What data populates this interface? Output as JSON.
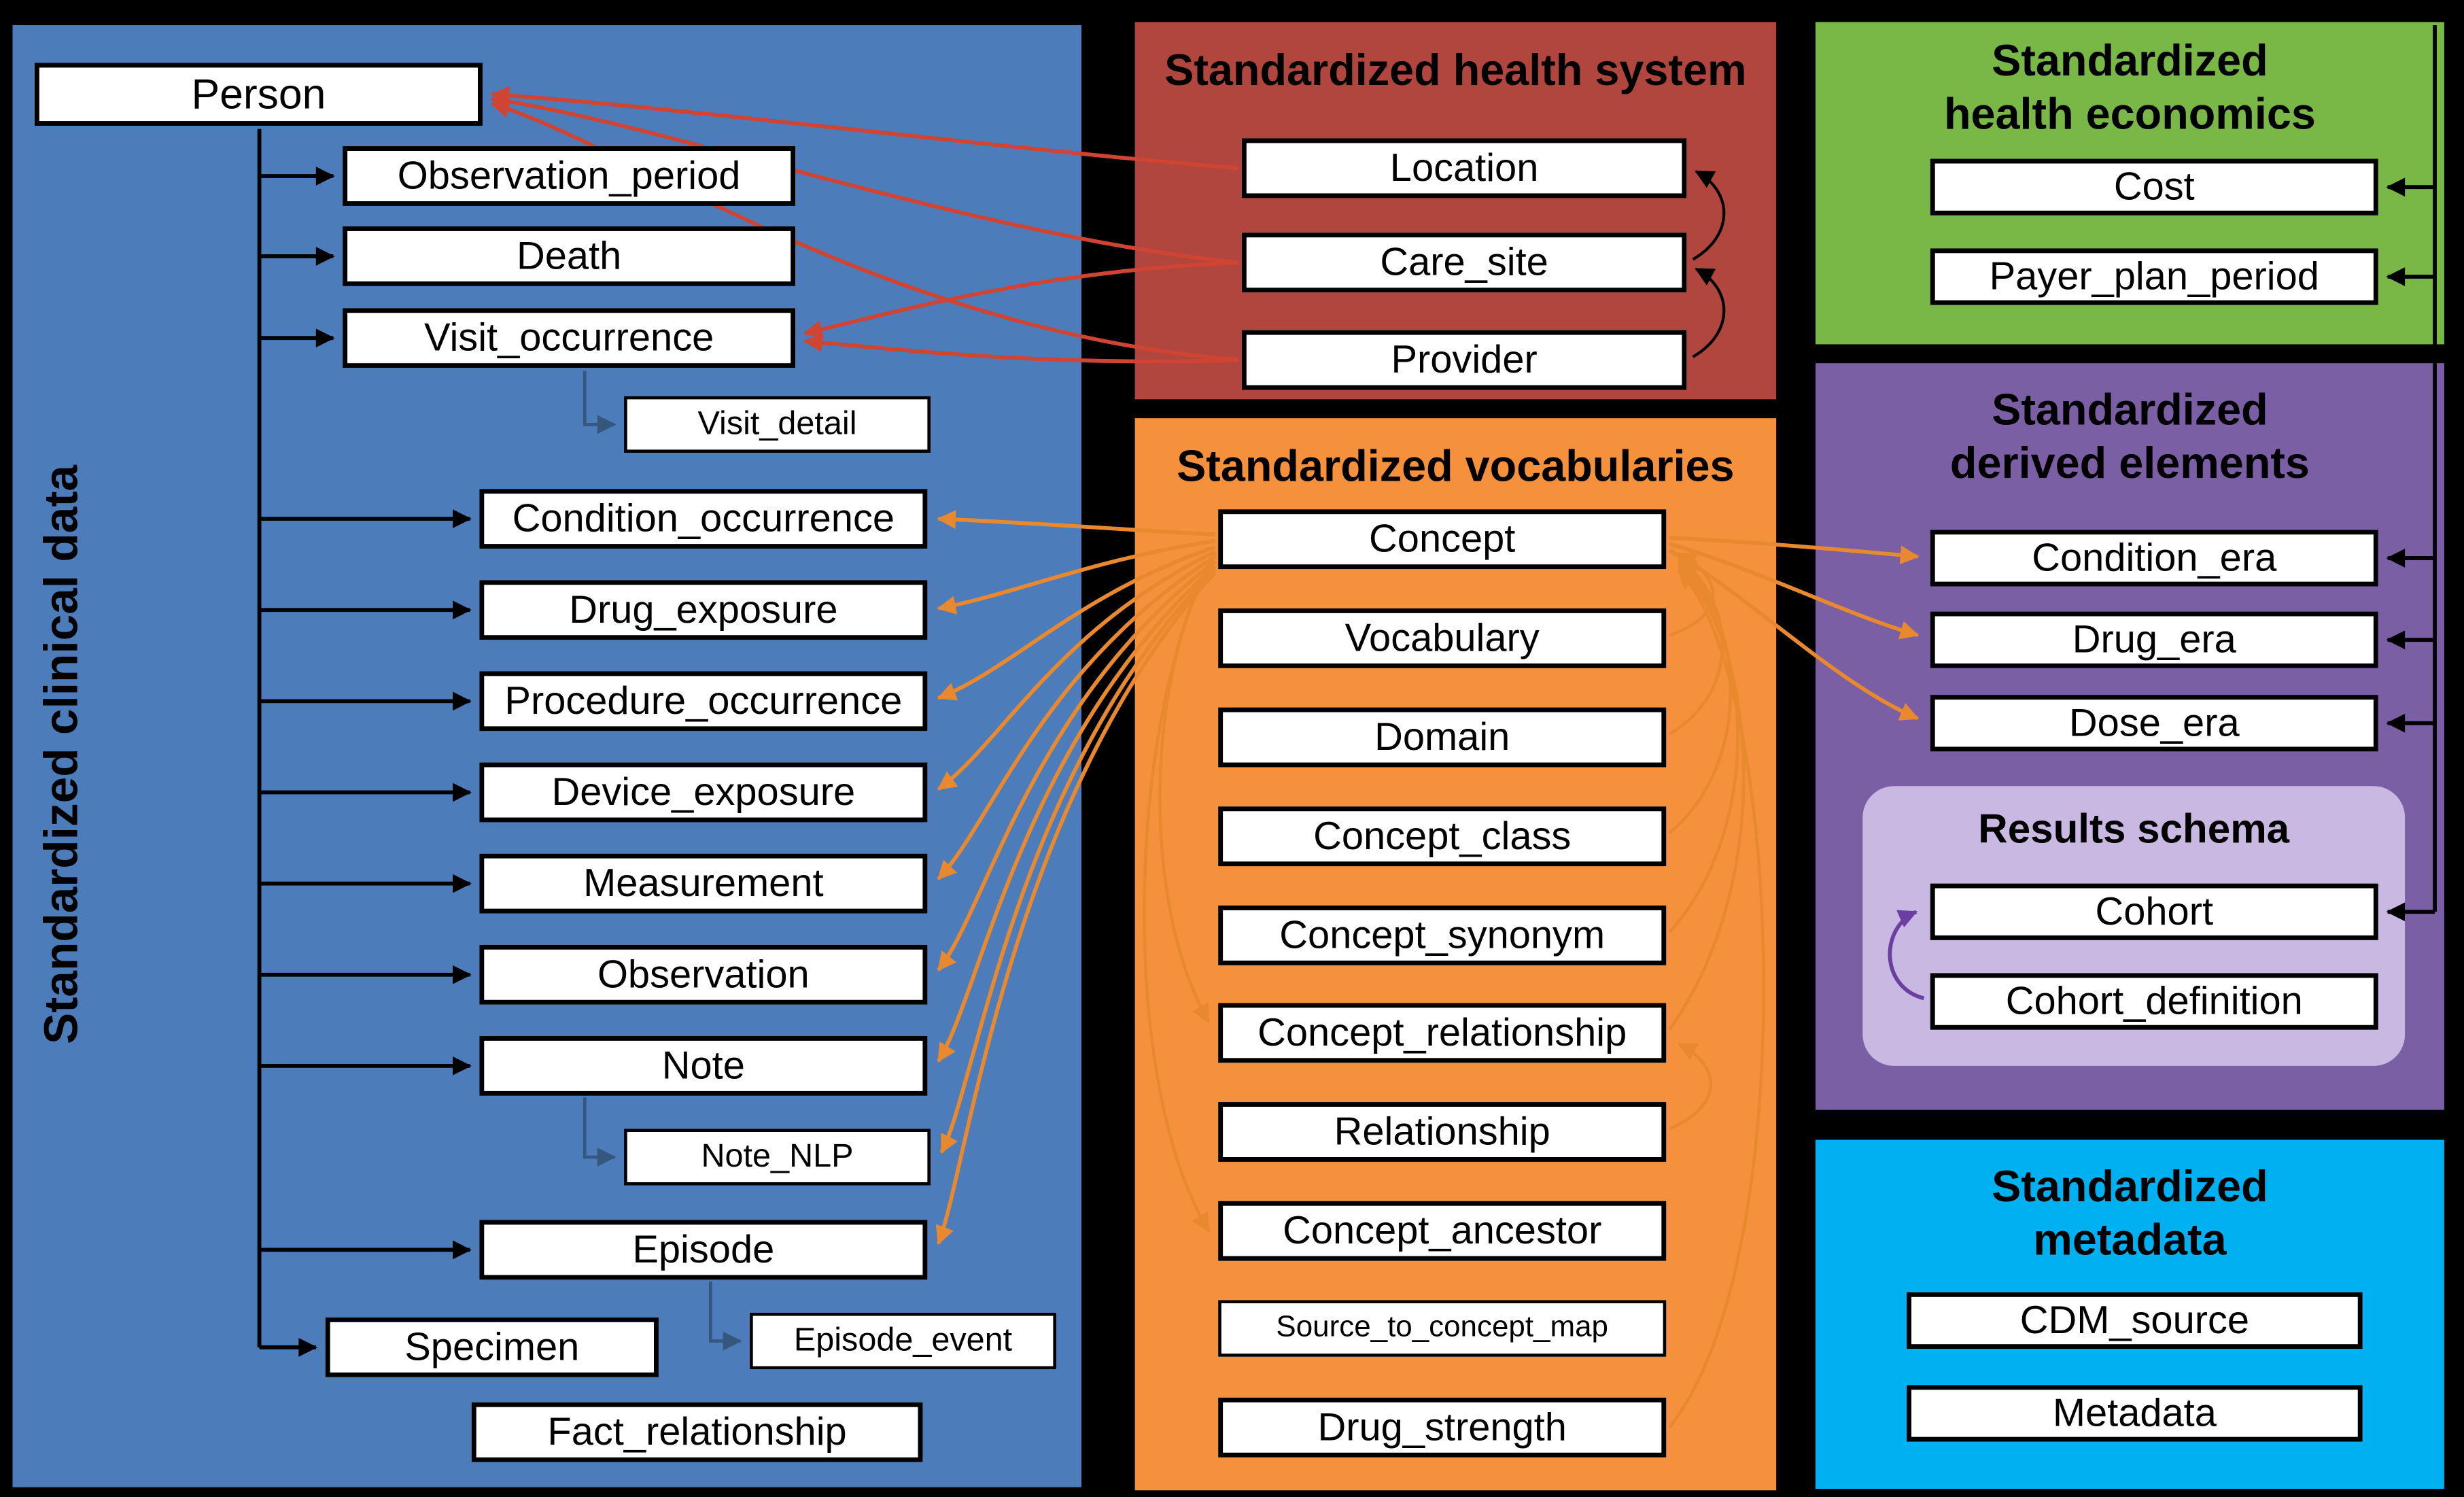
{
  "colors": {
    "background": "#000000",
    "clinical_panel": "#4d7cbb",
    "health_system_panel": "#b0463e",
    "vocabularies_panel": "#f5913d",
    "health_economics_panel": "#79b747",
    "derived_panel": "#7b5fa5",
    "results_schema_panel": "#c9b9e2",
    "metadata_panel": "#00b0f0",
    "box_fill": "#ffffff",
    "box_border": "#000000",
    "arrow_black": "#000000",
    "arrow_red": "#cf4433",
    "arrow_orange": "#e8882f",
    "arrow_purple": "#6a3fa0",
    "arrow_steel_blue": "#35567d"
  },
  "panels": {
    "clinical": {
      "title": "Standardized clinical data",
      "boxes": [
        "Person",
        "Observation_period",
        "Death",
        "Visit_occurrence",
        "Visit_detail",
        "Condition_occurrence",
        "Drug_exposure",
        "Procedure_occurrence",
        "Device_exposure",
        "Measurement",
        "Observation",
        "Note",
        "Note_NLP",
        "Episode",
        "Specimen",
        "Episode_event",
        "Fact_relationship"
      ]
    },
    "health_system": {
      "title": "Standardized health system",
      "boxes": [
        "Location",
        "Care_site",
        "Provider"
      ]
    },
    "vocabularies": {
      "title": "Standardized vocabularies",
      "boxes": [
        "Concept",
        "Vocabulary",
        "Domain",
        "Concept_class",
        "Concept_synonym",
        "Concept_relationship",
        "Relationship",
        "Concept_ancestor",
        "Source_to_concept_map",
        "Drug_strength"
      ]
    },
    "health_economics": {
      "title_lines": [
        "Standardized",
        "health economics"
      ],
      "boxes": [
        "Cost",
        "Payer_plan_period"
      ]
    },
    "derived": {
      "title_lines": [
        "Standardized",
        "derived elements"
      ],
      "boxes": [
        "Condition_era",
        "Drug_era",
        "Dose_era"
      ],
      "results_schema": {
        "title": "Results schema",
        "boxes": [
          "Cohort",
          "Cohort_definition"
        ]
      }
    },
    "metadata": {
      "title_lines": [
        "Standardized",
        "metadata"
      ],
      "boxes": [
        "CDM_source",
        "Metadata"
      ]
    }
  }
}
